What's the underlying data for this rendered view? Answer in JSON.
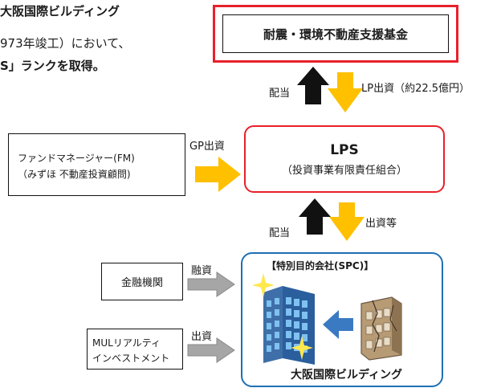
{
  "intro": {
    "line1": "大阪国際ビルディング",
    "line2": "973年竣工）において、",
    "line3": "S」ランクを取得。"
  },
  "fund": {
    "label": "耐震・環境不動産支援基金"
  },
  "lps": {
    "title": "LPS",
    "subtitle": "（投資事業有限責任組合）"
  },
  "fm": {
    "line1": "ファンドマネージャー(FM)",
    "line2": "（みずほ 不動産投資顧問)"
  },
  "flows": {
    "dividend_top": "配当",
    "lp_investment": "LP出資（約22.5億円）",
    "gp_investment": "GP出資",
    "dividend_bottom": "配当",
    "investment_etc": "出資等",
    "loan": "融資",
    "investment": "出資"
  },
  "lender": {
    "label": "金融機関"
  },
  "mul": {
    "line1": "MULリアルティ",
    "line2": "インベストメント"
  },
  "spc": {
    "title": "【特別目的会社(SPC)】",
    "building_name": "大阪国際ビルディング"
  },
  "colors": {
    "red": "#e8202a",
    "blue": "#1f6fb5",
    "yellow": "#ffc000",
    "gray": "#999999",
    "black": "#111111"
  }
}
